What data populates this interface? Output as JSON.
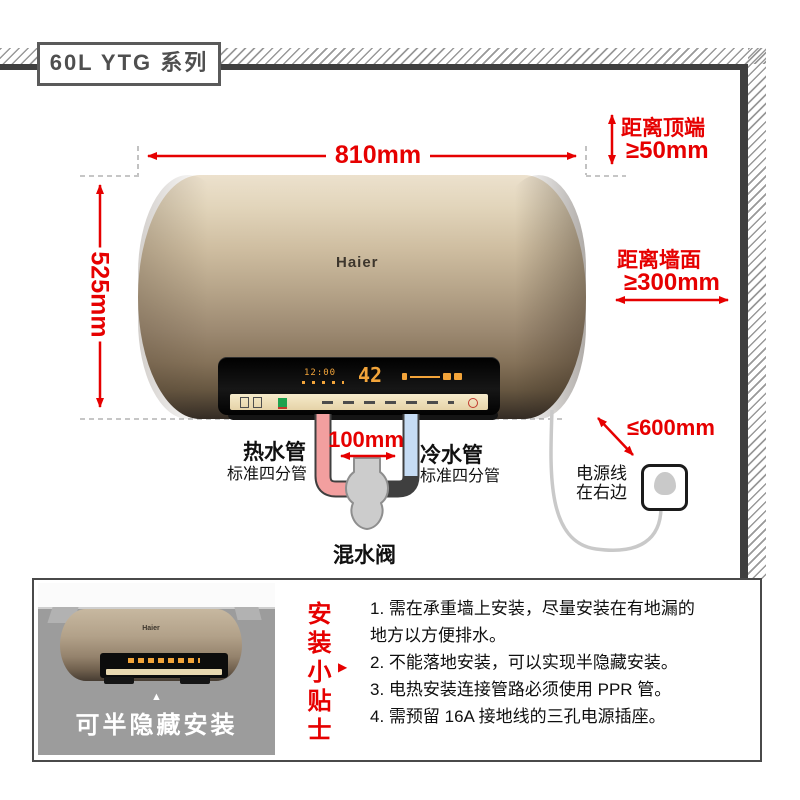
{
  "series_label": "60L  YTG 系列",
  "brand": "Haier",
  "diagram": {
    "width_label": "810mm",
    "height_label": "525mm",
    "top_clearance": {
      "line1": "距离顶端",
      "line2": "≥50mm"
    },
    "wall_clearance": {
      "line1": "距离墙面",
      "line2": "≥300mm"
    },
    "cord_max": "≤600mm",
    "pipe_gap": "100mm",
    "hot_pipe": {
      "label": "热水管",
      "sub": "标准四分管"
    },
    "cold_pipe": {
      "label": "冷水管",
      "sub": "标准四分管"
    },
    "valve_label": "混水阀",
    "cord_note": {
      "line1": "电源线",
      "line2": "在右边"
    }
  },
  "heater_display": {
    "time": "12:00",
    "temp": "42"
  },
  "tips": {
    "title": "安装小贴士",
    "pointer": "▶",
    "items": [
      "1. 需在承重墙上安装，尽量安装在有地漏的地方以方便排水。",
      "2. 不能落地安装，可以实现半隐藏安装。",
      "3. 电热安装连接管路必须使用 PPR 管。",
      "4. 需预留 16A 接地线的三孔电源插座。"
    ]
  },
  "inset": {
    "brand": "Haier",
    "marker": "▲",
    "caption": "可半隐藏安装"
  },
  "colors": {
    "accent_red": "#e60000",
    "hot_pipe": "#f29f9f",
    "cold_pipe": "#c6dcf4",
    "valve_gray": "#cccccc",
    "heater_gold": "#b5a388",
    "led_amber": "#f2a43a",
    "energy_green": "#1ea24e",
    "wall_dark": "#3f3f3f"
  }
}
